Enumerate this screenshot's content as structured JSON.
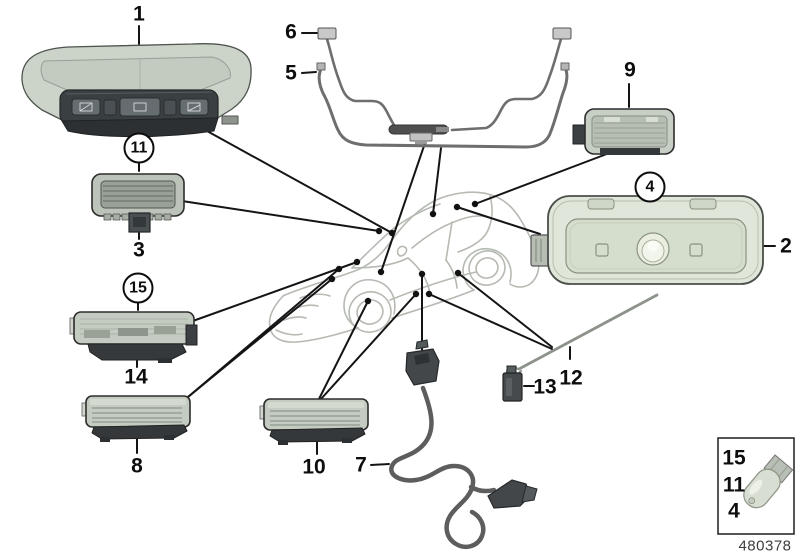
{
  "labels": {
    "1": "1",
    "2": "2",
    "3": "3",
    "4": "4",
    "5": "5",
    "6": "6",
    "7": "7",
    "8": "8",
    "9": "9",
    "10": "10",
    "11": "11",
    "12": "12",
    "13": "13",
    "14": "14",
    "15": "15"
  },
  "legend": {
    "rows": [
      "15",
      "11",
      "4"
    ]
  },
  "footer": {
    "diagram_id": "480378"
  },
  "colors": {
    "callout_line": "#141414",
    "lamp_body": "#c4cbc1",
    "lamp_lens": "#99a197",
    "housing_dark": "#35393c",
    "car_sketch": "#b5bab2",
    "wire": "#6e6e6e",
    "large_lamp": "#e0e7da"
  }
}
